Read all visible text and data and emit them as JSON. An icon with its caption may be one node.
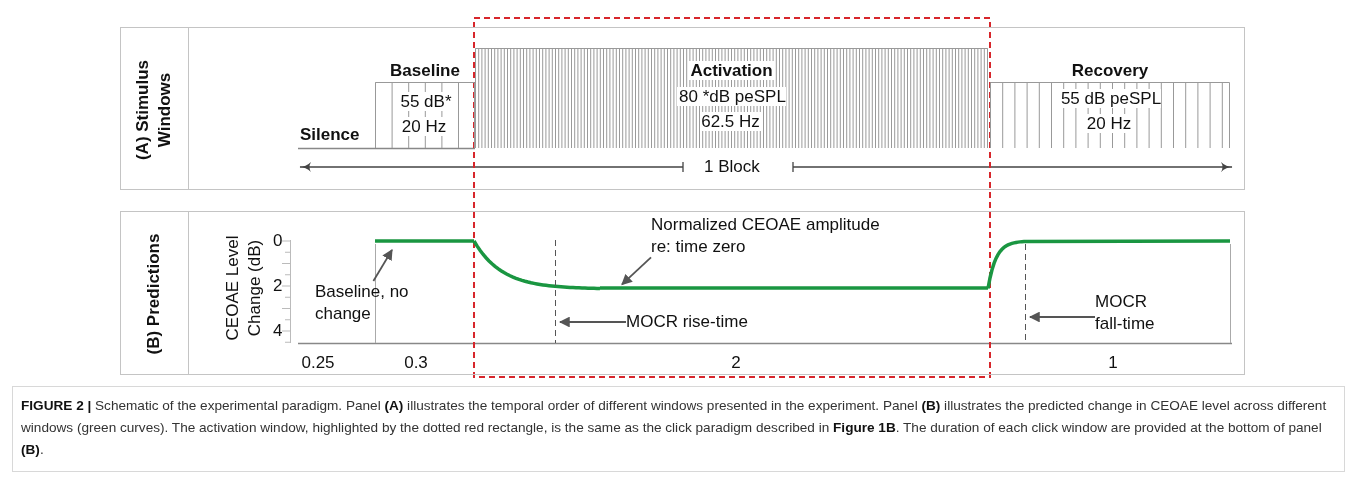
{
  "diagram": {
    "caption": "**FIGURE 2 |** Schematic of the experimental paradigm. Panel **(A)** illustrates the temporal order of different windows presented in the experiment. Panel **(B)** illustrates the predicted change in CEOAE level across different windows (green curves). The activation window, highlighted by the dotted red rectangle, is the same as the click paradigm described in **Figure 1B**. The duration of each click window are provided at the bottom of panel **(B)**.",
    "nodes": [
      {
        "text": [
          "(A) Stimulus Windows"
        ]
      },
      {
        "text": [
          "Baseline",
          "55 dB* 20 Hz"
        ],
        "in": 0
      },
      {
        "text": [
          "Activation",
          "80 *dB peSPL 62.5 Hz"
        ],
        "in": 0
      },
      {
        "text": [
          "Recovery",
          "55 dB peSPL 20 Hz"
        ],
        "in": 0
      },
      {
        "text": [
          "(B) Predictions"
        ]
      },
      {
        "text": [
          "Baseline, no change"
        ],
        "in": 4
      },
      {
        "text": [
          "Normalized CEOAE amplitude re: time zero"
        ],
        "in": 4
      },
      {
        "text": [
          "MOCR rise-time"
        ],
        "in": 4
      },
      {
        "text": [
          "MOCR fall-time"
        ],
        "in": 4
      },
      {
        "text": [],
        "shape": "curve",
        "in": 4
      },
      {
        "text": [],
        "shape": "curve",
        "in": 4
      },
      {
        "text": [],
        "shape": "curve",
        "in": 4
      },
      {
        "text": [],
        "shape": "curve",
        "in": 4
      },
      {
        "text": [],
        "shape": "line",
        "in": 4
      },
      {
        "text": [],
        "shape": "line",
        "in": 4
      }
    ],
    "edges": [
      {
        "from": 5,
        "to": 9,
        "arrow": "to"
      },
      {
        "from": 6,
        "to": 11,
        "arrow": "to"
      },
      {
        "from": 7,
        "to": 13,
        "arrow": "to"
      },
      {
        "from": 8,
        "to": 14,
        "arrow": "to"
      }
    ],
    "labels": [
      "Silence",
      "1 Block",
      "CEOAE Level Change (dB)",
      "0",
      "2",
      "4",
      "0.25",
      "0.3",
      "2",
      "1"
    ]
  }
}
